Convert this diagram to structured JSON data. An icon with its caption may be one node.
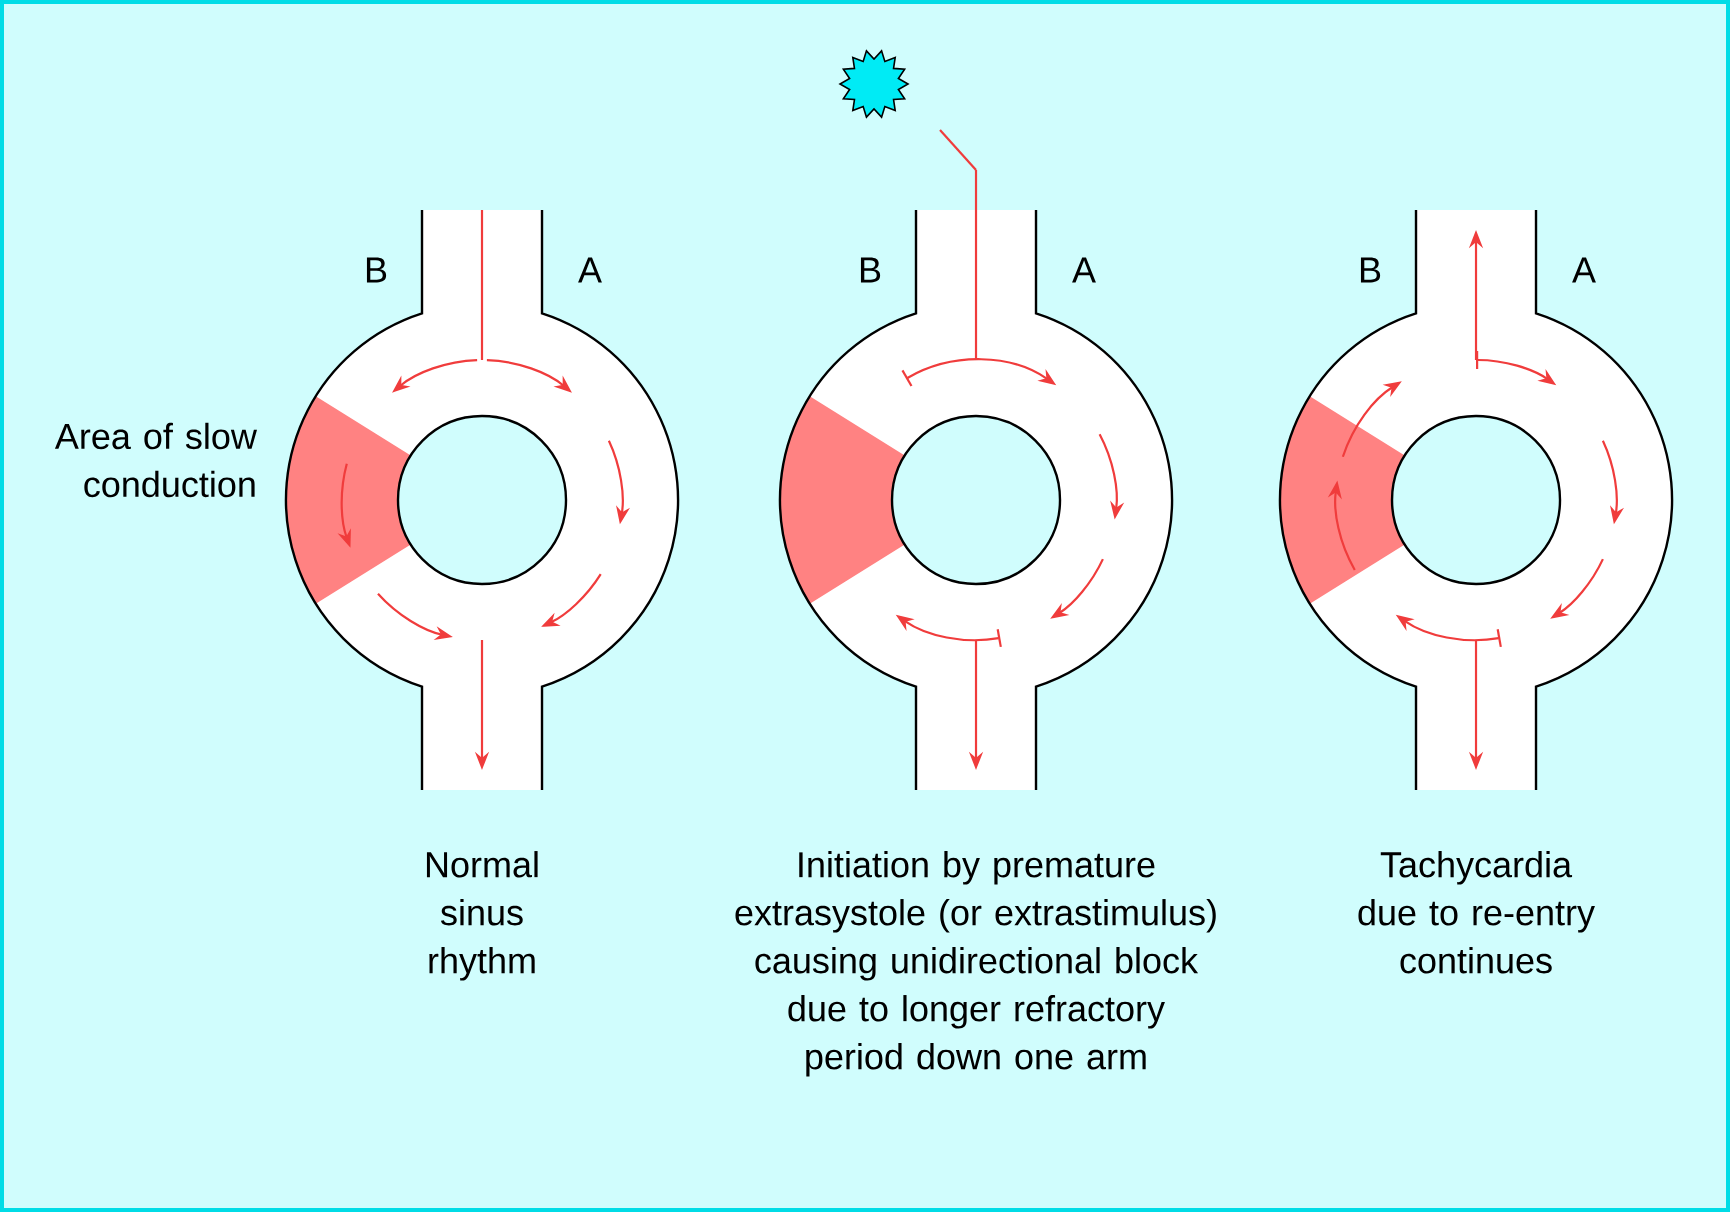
{
  "diagram": {
    "labels": [
      "B",
      "A",
      "B",
      "A",
      "B",
      "A",
      "Area of slow conduction",
      "Normal sinus rhythm",
      "Initiation by premature extrasystole (or extrastimulus) causing unidirectional block due to longer refractory period down one arm",
      "Tachycardia due to re-entry continues"
    ]
  }
}
